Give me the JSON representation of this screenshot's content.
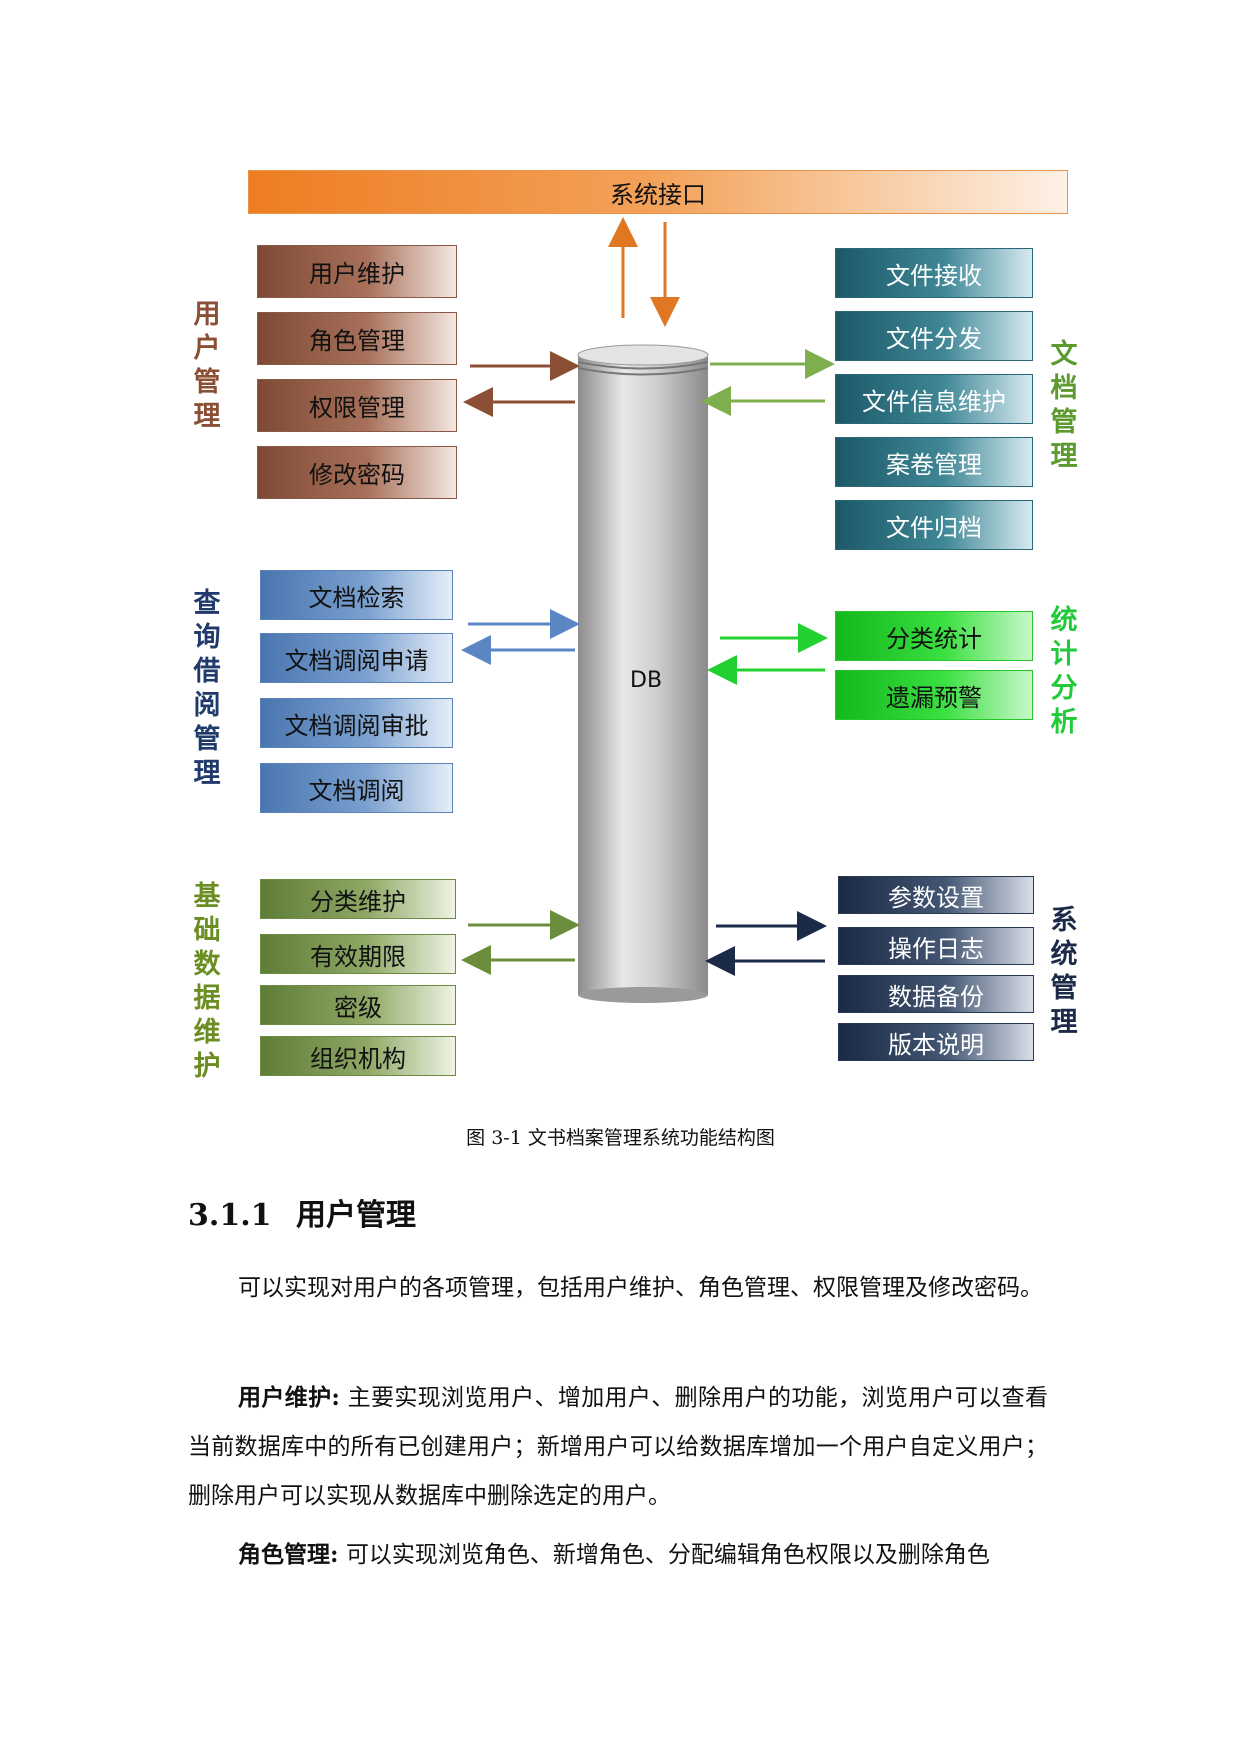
{
  "diagram": {
    "interface_label": "系统接口",
    "db_label": "DB",
    "groups": {
      "user": {
        "label": "用户管理",
        "items": [
          "用户维护",
          "角色管理",
          "权限管理",
          "修改密码"
        ],
        "color": "#8b4f36"
      },
      "query": {
        "label": "查询借阅管理",
        "items": [
          "文档检索",
          "文档调阅申请",
          "文档调阅审批",
          "文档调阅"
        ],
        "color": "#1f3a6b"
      },
      "basic": {
        "label": "基础数据维护",
        "items": [
          "分类维护",
          "有效期限",
          "密级",
          "组织机构"
        ],
        "color": "#6b8e23"
      },
      "doc": {
        "label": "文档管理",
        "items": [
          "文件接收",
          "文件分发",
          "文件信息维护",
          "案卷管理",
          "文件归档"
        ],
        "color": "#5a9a2e"
      },
      "stats": {
        "label": "统计分析",
        "items": [
          "分类统计",
          "遗漏预警"
        ],
        "color": "#22c93a"
      },
      "sys": {
        "label": "系统管理",
        "items": [
          "参数设置",
          "操作日志",
          "数据备份",
          "版本说明"
        ],
        "color": "#1b2a48"
      }
    }
  },
  "caption": "图 3-1 文书档案管理系统功能结构图",
  "section": {
    "number": "3.1.1",
    "title": "用户管理"
  },
  "paragraphs": {
    "p1": "可以实现对用户的各项管理，包括用户维护、角色管理、权限管理及修改密码。",
    "p2_label": "用户维护:",
    "p2": "主要实现浏览用户、增加用户、删除用户的功能，浏览用户可以查看当前数据库中的所有已创建用户；新增用户可以给数据库增加一个用户自定义用户；删除用户可以实现从数据库中删除选定的用户。",
    "p3_label": "角色管理:",
    "p3": "可以实现浏览角色、新增角色、分配编辑角色权限以及删除角色"
  }
}
